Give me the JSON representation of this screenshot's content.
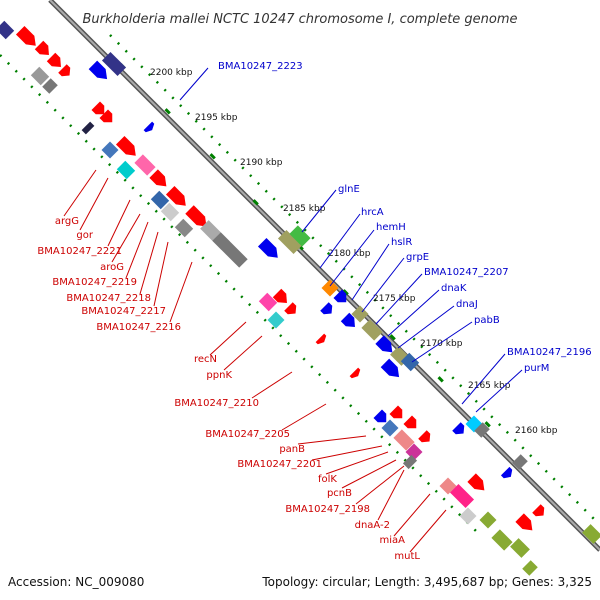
{
  "title": "Burkholderia mallei NCTC 10247 chromosome I, complete genome",
  "footer": {
    "accession": "Accession: NC_009080",
    "summary": "Topology: circular; Length: 3,495,687 bp; Genes: 3,325"
  },
  "colors": {
    "forward_label": "#0000cc",
    "reverse_label": "#cc0000",
    "backbone": "#666666",
    "tick": "#008000"
  },
  "ticks": [
    "2200 kbp",
    "2195 kbp",
    "2190 kbp",
    "2185 kbp",
    "2180 kbp",
    "2175 kbp",
    "2170 kbp",
    "2165 kbp",
    "2160 kbp"
  ],
  "forward_genes": [
    "BMA10247_2223",
    "glnE",
    "hrcA",
    "hemH",
    "hslR",
    "grpE",
    "BMA10247_2207",
    "dnaK",
    "dnaJ",
    "pabB",
    "BMA10247_2196",
    "purM"
  ],
  "reverse_genes": [
    "argG",
    "gor",
    "BMA10247_2221",
    "aroG",
    "BMA10247_2219",
    "BMA10247_2218",
    "BMA10247_2217",
    "BMA10247_2216",
    "recN",
    "ppnK",
    "BMA10247_2210",
    "BMA10247_2205",
    "panB",
    "BMA10247_2201",
    "folK",
    "pcnB",
    "BMA10247_2198",
    "dnaA-2",
    "miaA",
    "mutL"
  ]
}
